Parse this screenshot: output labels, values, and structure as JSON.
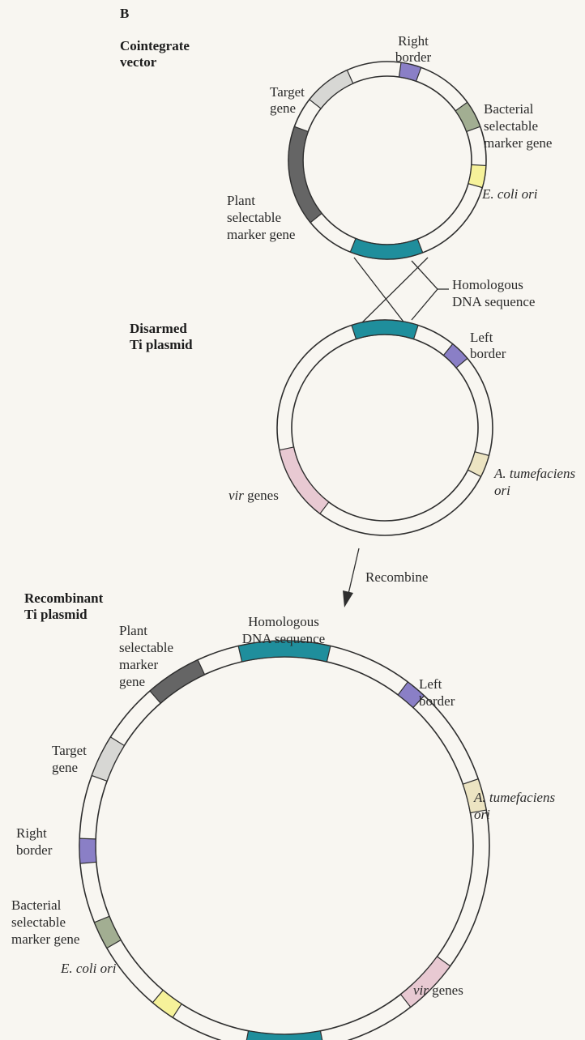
{
  "panel_letter": "B",
  "colors": {
    "homologous": "#1f8e9c",
    "border": "#8a7fc6",
    "bacterial_marker": "#a2ae92",
    "ecoli_ori": "#f6f29a",
    "target_gene": "#d7d7d4",
    "plant_marker": "#656565",
    "vir_genes": "#e8c9d2",
    "atum_ori": "#ece4c2"
  },
  "cointegrate": {
    "title_1": "Cointegrate",
    "title_2": "vector",
    "right_border_1": "Right",
    "right_border_2": "border",
    "target_1": "Target",
    "target_2": "gene",
    "bact_1": "Bacterial",
    "bact_2": "selectable",
    "bact_3": "marker gene",
    "ecoli": "E. coli ori",
    "plant_1": "Plant",
    "plant_2": "selectable",
    "plant_3": "marker gene"
  },
  "homologous_callout_1": "Homologous",
  "homologous_callout_2": "DNA sequence",
  "disarmed": {
    "title_1": "Disarmed",
    "title_2": "Ti plasmid",
    "left_border_1": "Left",
    "left_border_2": "border",
    "atum_1": "A. tumefaciens",
    "atum_2": "ori",
    "vir_italic": "vir",
    "vir_rest": " genes"
  },
  "recombine_label": "Recombine",
  "recombinant": {
    "title_1": "Recombinant",
    "title_2": "Ti plasmid",
    "homologous_1": "Homologous",
    "homologous_2": "DNA sequence",
    "plant_1": "Plant",
    "plant_2": "selectable",
    "plant_3": "marker",
    "plant_4": "gene",
    "left_border_1": "Left",
    "left_border_2": "border",
    "target_1": "Target",
    "target_2": "gene",
    "atum_1": "A. tumefaciens",
    "atum_2": "ori",
    "right_border_1": "Right",
    "right_border_2": "border",
    "bact_1": "Bacterial",
    "bact_2": "selectable",
    "bact_3": "marker gene",
    "ecoli": "E. coli ori",
    "vir_italic": "vir",
    "vir_rest": " genes"
  }
}
